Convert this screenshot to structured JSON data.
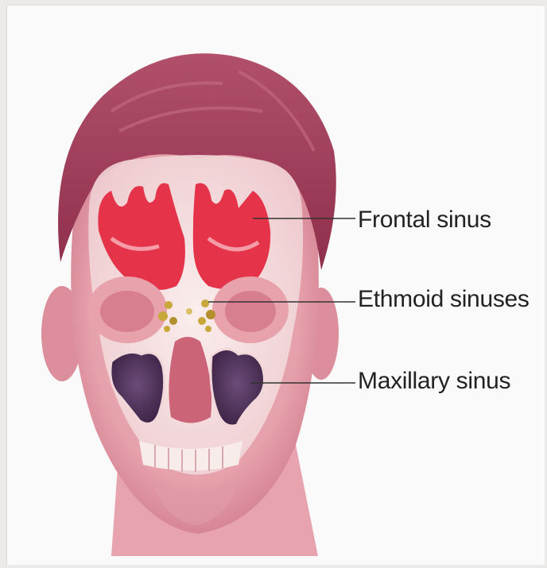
{
  "diagram": {
    "labels": {
      "frontal": "Frontal sinus",
      "ethmoid": "Ethmoid sinuses",
      "maxillary": "Maxillary sinus"
    }
  },
  "colors": {
    "paper": "#fbfafa",
    "hair": "#9c3a55",
    "skin": "#e9a6ad",
    "bone": "#f6e7e6",
    "frontal_sinus": "#e5334a",
    "ethmoid_sinus": "#c9a83a",
    "maxillary_sinus": "#54345e",
    "leader_line": "#333333"
  }
}
